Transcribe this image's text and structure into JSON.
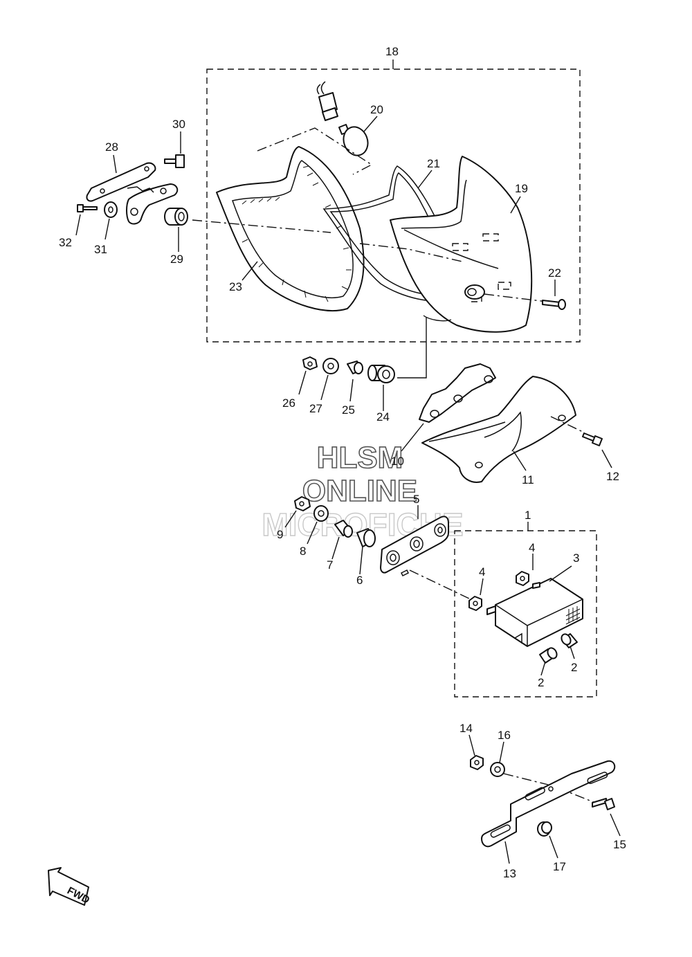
{
  "watermark": {
    "line1": "HLSM",
    "line2": "ONLINE",
    "line3": "MICROFICHE"
  },
  "fwd_label": "FWD",
  "callouts": [
    {
      "id": "c18",
      "text": "18"
    },
    {
      "id": "c20",
      "text": "20"
    },
    {
      "id": "c30",
      "text": "30"
    },
    {
      "id": "c28",
      "text": "28"
    },
    {
      "id": "c21",
      "text": "21"
    },
    {
      "id": "c19",
      "text": "19"
    },
    {
      "id": "c32",
      "text": "32"
    },
    {
      "id": "c31",
      "text": "31"
    },
    {
      "id": "c29",
      "text": "29"
    },
    {
      "id": "c22",
      "text": "22"
    },
    {
      "id": "c23",
      "text": "23"
    },
    {
      "id": "c26",
      "text": "26"
    },
    {
      "id": "c27",
      "text": "27"
    },
    {
      "id": "c25",
      "text": "25"
    },
    {
      "id": "c24",
      "text": "24"
    },
    {
      "id": "c10",
      "text": "10"
    },
    {
      "id": "c11",
      "text": "11"
    },
    {
      "id": "c12",
      "text": "12"
    },
    {
      "id": "c5",
      "text": "5"
    },
    {
      "id": "c1",
      "text": "1"
    },
    {
      "id": "c9",
      "text": "9"
    },
    {
      "id": "c8",
      "text": "8"
    },
    {
      "id": "c7",
      "text": "7"
    },
    {
      "id": "c6",
      "text": "6"
    },
    {
      "id": "c4a",
      "text": "4"
    },
    {
      "id": "c4b",
      "text": "4"
    },
    {
      "id": "c3",
      "text": "3"
    },
    {
      "id": "c2a",
      "text": "2"
    },
    {
      "id": "c2b",
      "text": "2"
    },
    {
      "id": "c14",
      "text": "14"
    },
    {
      "id": "c16",
      "text": "16"
    },
    {
      "id": "c15",
      "text": "15"
    },
    {
      "id": "c13",
      "text": "13"
    },
    {
      "id": "c17",
      "text": "17"
    }
  ]
}
